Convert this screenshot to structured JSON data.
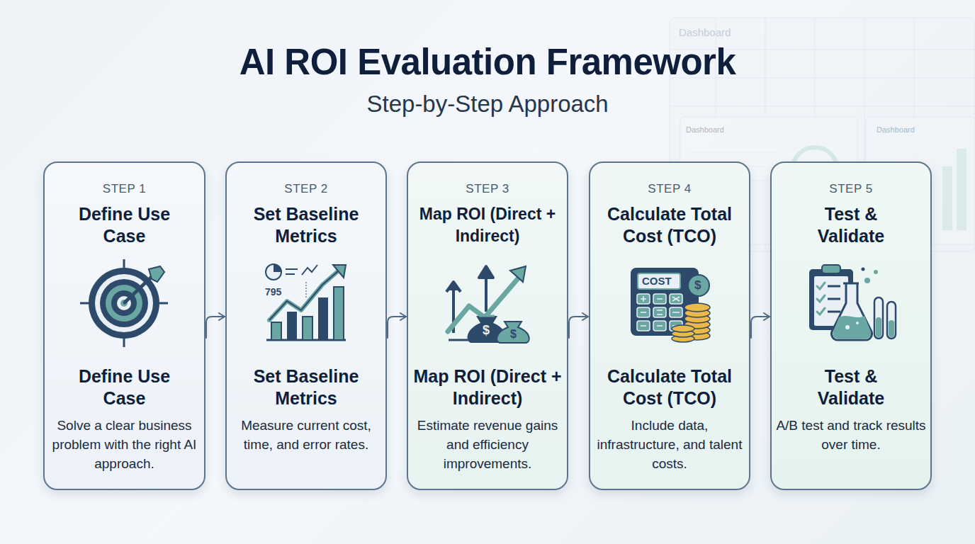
{
  "diagram": {
    "title": "AI ROI Evaluation Framework",
    "nodes": [
      {
        "text": [
          "STEP 1",
          "Define Use Case",
          "Define Use Case",
          "Solve a clear business problem with the right AI approach."
        ]
      },
      {
        "text": [
          "STEP 2",
          "Set Baseline Metrics",
          "Set Baseline Metrics",
          "Measure current cost, time, and error rates."
        ]
      },
      {
        "text": [
          "STEP 3",
          "Map ROI (Direct + Indirect)",
          "Map ROI (Direct + Indirect)",
          "Estimate revenue gains and efficiency improvements."
        ]
      },
      {
        "text": [
          "STEP 4",
          "Calculate Total Cost (TCO)",
          "Calculate Total Cost (TCO)",
          "Include data, infrastructure, and talent costs."
        ]
      },
      {
        "text": [
          "STEP 5",
          "Test & Validate",
          "Test & Validate",
          "A/B test and track results over time."
        ]
      }
    ],
    "edges": [
      {
        "from": 0,
        "to": 1,
        "arrow": "to"
      },
      {
        "from": 1,
        "to": 2,
        "arrow": "to"
      },
      {
        "from": 2,
        "to": 3,
        "arrow": "to"
      },
      {
        "from": 3,
        "to": 4,
        "arrow": "to"
      }
    ],
    "labels": [
      "Step-by-Step Approach",
      "Dashboard",
      "Dashboard",
      "Dashboard",
      "795",
      "$",
      "$",
      "COST",
      "$"
    ]
  }
}
